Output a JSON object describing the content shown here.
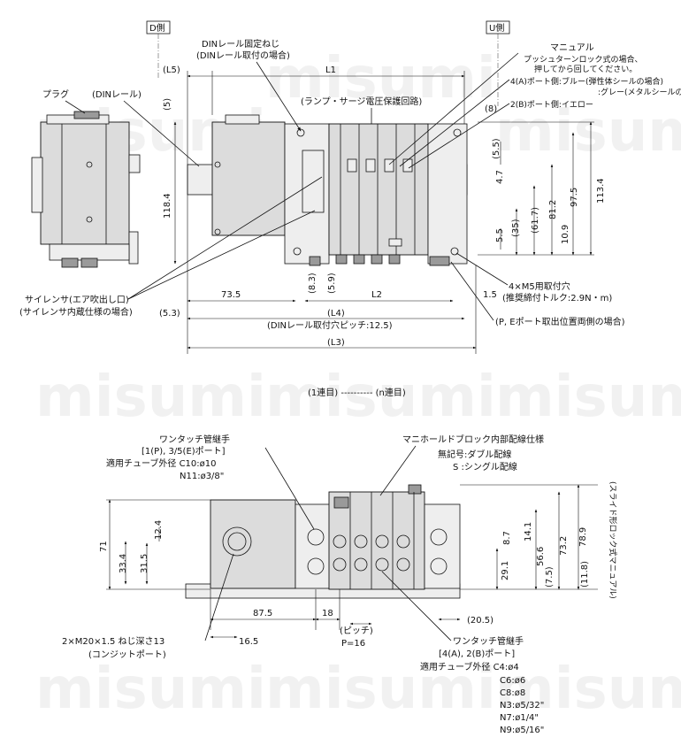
{
  "view_labels": {
    "d_side": "D側",
    "u_side": "U側"
  },
  "watermark": "misumi",
  "top_view": {
    "din_screw_1": "DINレール固定ねじ",
    "din_screw_2": "(DINレール取付の場合)",
    "manual_1": "マニュアル",
    "manual_2": "プッシュターンロック式の場合、",
    "manual_3": "押してから回してください。",
    "port4_1": "4(A)ポート側:ブルー(弾性体シールの場合)",
    "port4_2": ":グレー(メタルシールの場合)",
    "port2": "2(B)ポート側:イエロー",
    "plug": "プラグ",
    "din_rail": "(DINレール)",
    "lamp": "(ランプ・サージ電圧保護回路)",
    "silencer_1": "サイレンサ(エア吹出し口)",
    "silencer_2": "(サイレンサ内蔵仕様の場合)",
    "mount_1": "4×M5用取付穴",
    "mount_2": "(推奨締付トルク:2.9N・m)",
    "pe_port": "(P, Eポート取出位置両側の場合)",
    "din_pitch": "(DINレール取付穴ピッチ:12.5)",
    "station": "(1連目) ---------- (n連目)",
    "dims": {
      "L5": "(L5)",
      "L1": "L1",
      "d5": "(5)",
      "d8": "(8)",
      "d118_4": "118.4",
      "d5_5a": "(5.5)",
      "d4_7": "4.7",
      "d35": "(35)",
      "d61_7": "(61.7)",
      "d81_2": "81.2",
      "d97_5": "97.5",
      "d113_4": "113.4",
      "d5_5": "5.5",
      "d10_9": "10.9",
      "d8_3": "(8.3)",
      "d5_9": "(5.9)",
      "d73_5": "73.5",
      "L2": "L2",
      "d1_5": "1.5",
      "d5_3": "(5.3)",
      "L4": "(L4)",
      "L3": "(L3)"
    }
  },
  "bottom_view": {
    "onetouch_1": "ワンタッチ管継手",
    "onetouch_2": "[1(P), 3/5(E)ポート]",
    "tube_od": "適用チューブ外径 C10:ø10",
    "tube_n11": "N11:ø3/8\"",
    "wiring_1": "マニホールドブロック内部配線仕様",
    "wiring_2": "無記号:ダブル配線",
    "wiring_3": "S   :シングル配線",
    "slide_lock": "(スライド形ロック式マニュアル)",
    "conduit_1": "2×M20×1.5  ねじ深さ13",
    "conduit_2": "(コンジットポート)",
    "pitch_1": "(ピッチ)",
    "pitch_2": "P=16",
    "onetouch_ab_1": "ワンタッチ管継手",
    "onetouch_ab_2": "[4(A), 2(B)ポート]",
    "tube_ab": "適用チューブ外径  C4:ø4",
    "tube_list": [
      "C6:ø6",
      "C8:ø8",
      "N3:ø5/32\"",
      "N7:ø1/4\"",
      "N9:ø5/16\""
    ],
    "dims": {
      "d71": "71",
      "d12_4": "12.4",
      "d33_4": "33.4",
      "d31_5": "31.5",
      "d8_7": "8.7",
      "d14_1": "14.1",
      "d56_6": "56.6",
      "d73_2": "73.2",
      "d78_9": "78.9",
      "d29_1": "29.1",
      "d7_5": "(7.5)",
      "d11_8": "(11.8)",
      "d87_5": "87.5",
      "d18": "18",
      "d20_5": "(20.5)",
      "d16_5": "16.5"
    }
  }
}
